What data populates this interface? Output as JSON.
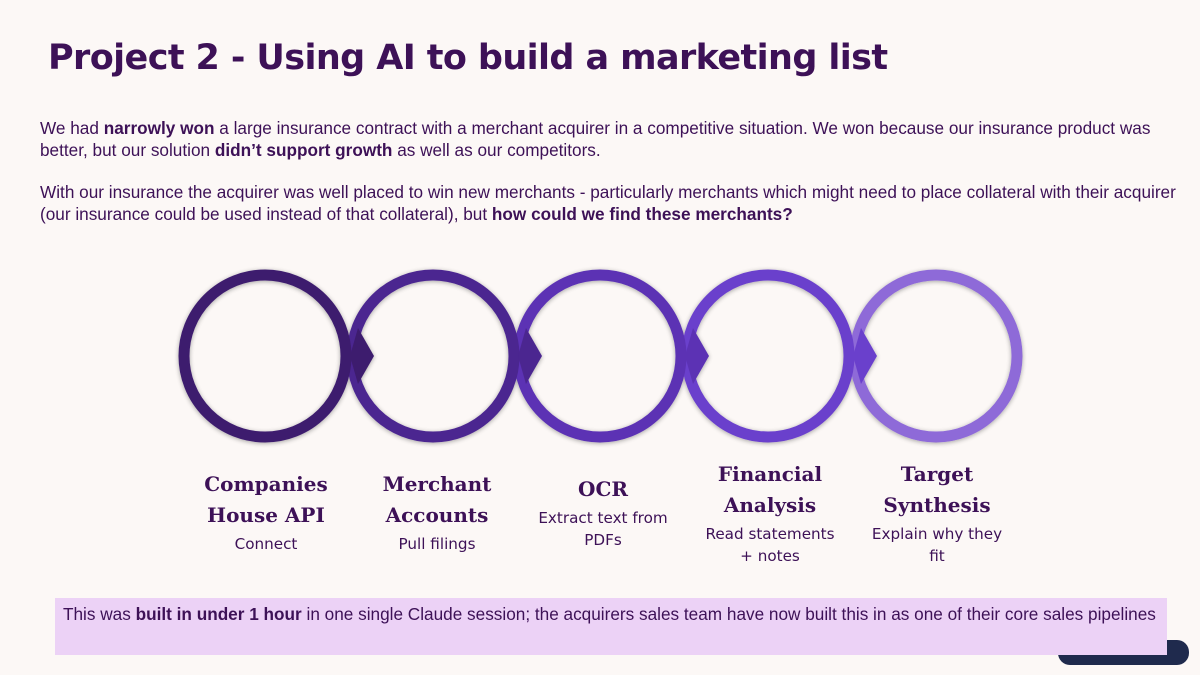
{
  "title": "Project 2 - Using AI to build a marketing list",
  "intro": {
    "p1": {
      "t1": "We had ",
      "b1": "narrowly won",
      "t2": " a large insurance contract with a merchant acquirer in a competitive situation. We won because our insurance product was better, but our solution ",
      "b2": "didn’t support growth",
      "t3": " as well as our competitors."
    },
    "p2": {
      "t1": "With our insurance the acquirer was well placed to win new merchants - particularly merchants which might need to place collateral with their acquirer (our insurance could be used instead of that collateral), but ",
      "b1": "how could we find these merchants?"
    }
  },
  "colors": {
    "ring_1": "#3d1c6e",
    "ring_2": "#4b2590",
    "ring_3": "#5b32b4",
    "ring_4": "#6b40cc",
    "ring_5": "#8e6ad8",
    "callout_bg": "#ecd2f6"
  },
  "steps": [
    {
      "name_line1": "Companies",
      "name_line2": "House API",
      "desc_line1": "Connect",
      "desc_line2": ""
    },
    {
      "name_line1": "Merchant",
      "name_line2": "Accounts",
      "desc_line1": "Pull filings",
      "desc_line2": ""
    },
    {
      "name_line1": "OCR",
      "name_line2": "",
      "desc_line1": "Extract text from",
      "desc_line2": "PDFs"
    },
    {
      "name_line1": "Financial",
      "name_line2": "Analysis",
      "desc_line1": "Read statements",
      "desc_line2": "+ notes"
    },
    {
      "name_line1": "Target",
      "name_line2": "Synthesis",
      "desc_line1": "Explain why they",
      "desc_line2": "fit"
    }
  ],
  "callout": {
    "t1": "This was ",
    "b1": "built in under 1 hour",
    "t2": " in one single Claude session; the acquirers sales team have now built this in as one of their core sales pipelines"
  }
}
